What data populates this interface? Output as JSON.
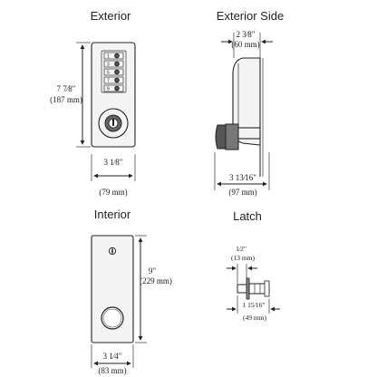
{
  "views": {
    "exterior": {
      "title": "Exterior",
      "height_in": "7 7⁄8\"",
      "height_mm": "(187 mm)",
      "width_in": "3 1⁄8\"",
      "width_mm": "(79 mm)",
      "keypad_labels": [
        "1",
        "3",
        "5",
        "7",
        "9"
      ]
    },
    "exterior_side": {
      "title": "Exterior Side",
      "depth_in": "2 3⁄8\"",
      "depth_mm": "(60 mm)",
      "total_depth_in": "3 13⁄16\"",
      "total_depth_mm": "(97 mm)"
    },
    "interior": {
      "title": "Interior",
      "height_in": "9\"",
      "height_mm": "(229 mm)",
      "width_in": "3 1⁄4\"",
      "width_mm": "(83 mm)"
    },
    "latch": {
      "title": "Latch",
      "throw_in": "1⁄2\"",
      "throw_mm": "(13 mm)",
      "length_in": "1 15⁄16\"",
      "length_mm": "(49 mm)"
    }
  }
}
